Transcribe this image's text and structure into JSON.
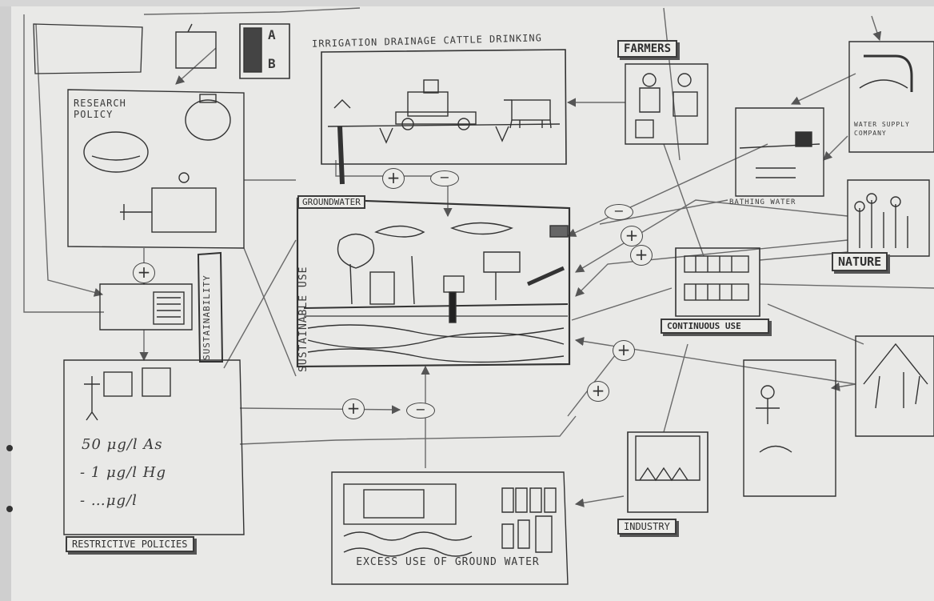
{
  "nodes": {
    "irrigation": "IRRIGATION  DRAINAGE  CATTLE DRINKING",
    "farmers": "FARMERS",
    "research_policy": "RESEARCH POLICY",
    "groundwater": "GROUNDWATER",
    "sustainable_use": "SUSTAINABLE USE",
    "sustainability": "SUSTAINABILITY",
    "bathing_water": "BATHING WATER",
    "water_supply_company": "WATER SUPPLY COMPANY",
    "nature": "NATURE",
    "continuous_use": "CONTINUOUS USE",
    "restrictive_policies": "RESTRICTIVE POLICIES",
    "excess_use": "EXCESS USE OF GROUND WATER",
    "industry": "INDUSTRY",
    "ab_letters": [
      "A",
      "B"
    ],
    "limit_as": "50 μg/l As",
    "limit_hg": "- 1 μg/l Hg",
    "limit_other": "- …μg/l"
  },
  "link_signs": [
    {
      "id": "irrigation-positive",
      "sign": "+"
    },
    {
      "id": "irrigation-negative",
      "sign": "−"
    },
    {
      "id": "farmers-negative",
      "sign": "−"
    },
    {
      "id": "bathing-positive",
      "sign": "+"
    },
    {
      "id": "nature-positive",
      "sign": "+"
    },
    {
      "id": "industry-positive-1",
      "sign": "+"
    },
    {
      "id": "industry-positive-2",
      "sign": "+"
    },
    {
      "id": "policies-positive",
      "sign": "+"
    },
    {
      "id": "excess-negative",
      "sign": "−"
    },
    {
      "id": "research-positive",
      "sign": "+"
    }
  ],
  "colors": {
    "paper": "#e9e9e7",
    "ink": "#3a3a3a"
  }
}
